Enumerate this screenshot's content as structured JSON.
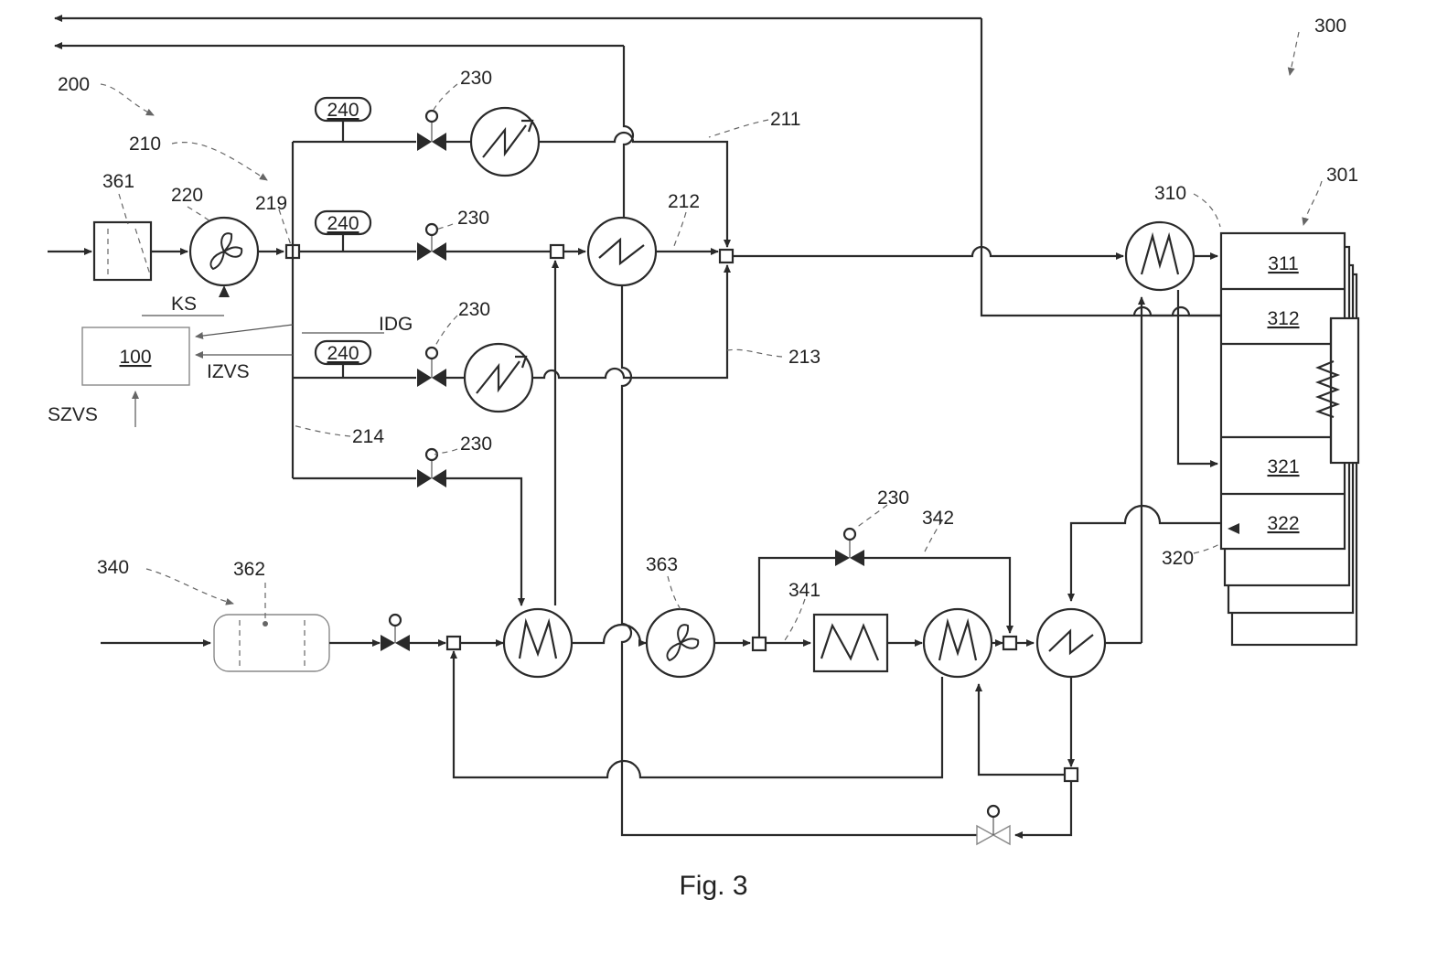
{
  "caption": "Fig. 3",
  "refs": {
    "r100": "100",
    "r200": "200",
    "r210": "210",
    "r211": "211",
    "r212": "212",
    "r213": "213",
    "r214": "214",
    "r219": "219",
    "r220": "220",
    "r230": "230",
    "r240": "240",
    "r300": "300",
    "r301": "301",
    "r310": "310",
    "r311": "311",
    "r312": "312",
    "r320": "320",
    "r321": "321",
    "r322": "322",
    "r340": "340",
    "r341": "341",
    "r342": "342",
    "r361": "361",
    "r362": "362",
    "r363": "363"
  },
  "signals": {
    "ks": "KS",
    "idg": "IDG",
    "izvs": "IZVS",
    "szvs": "SZVS"
  }
}
